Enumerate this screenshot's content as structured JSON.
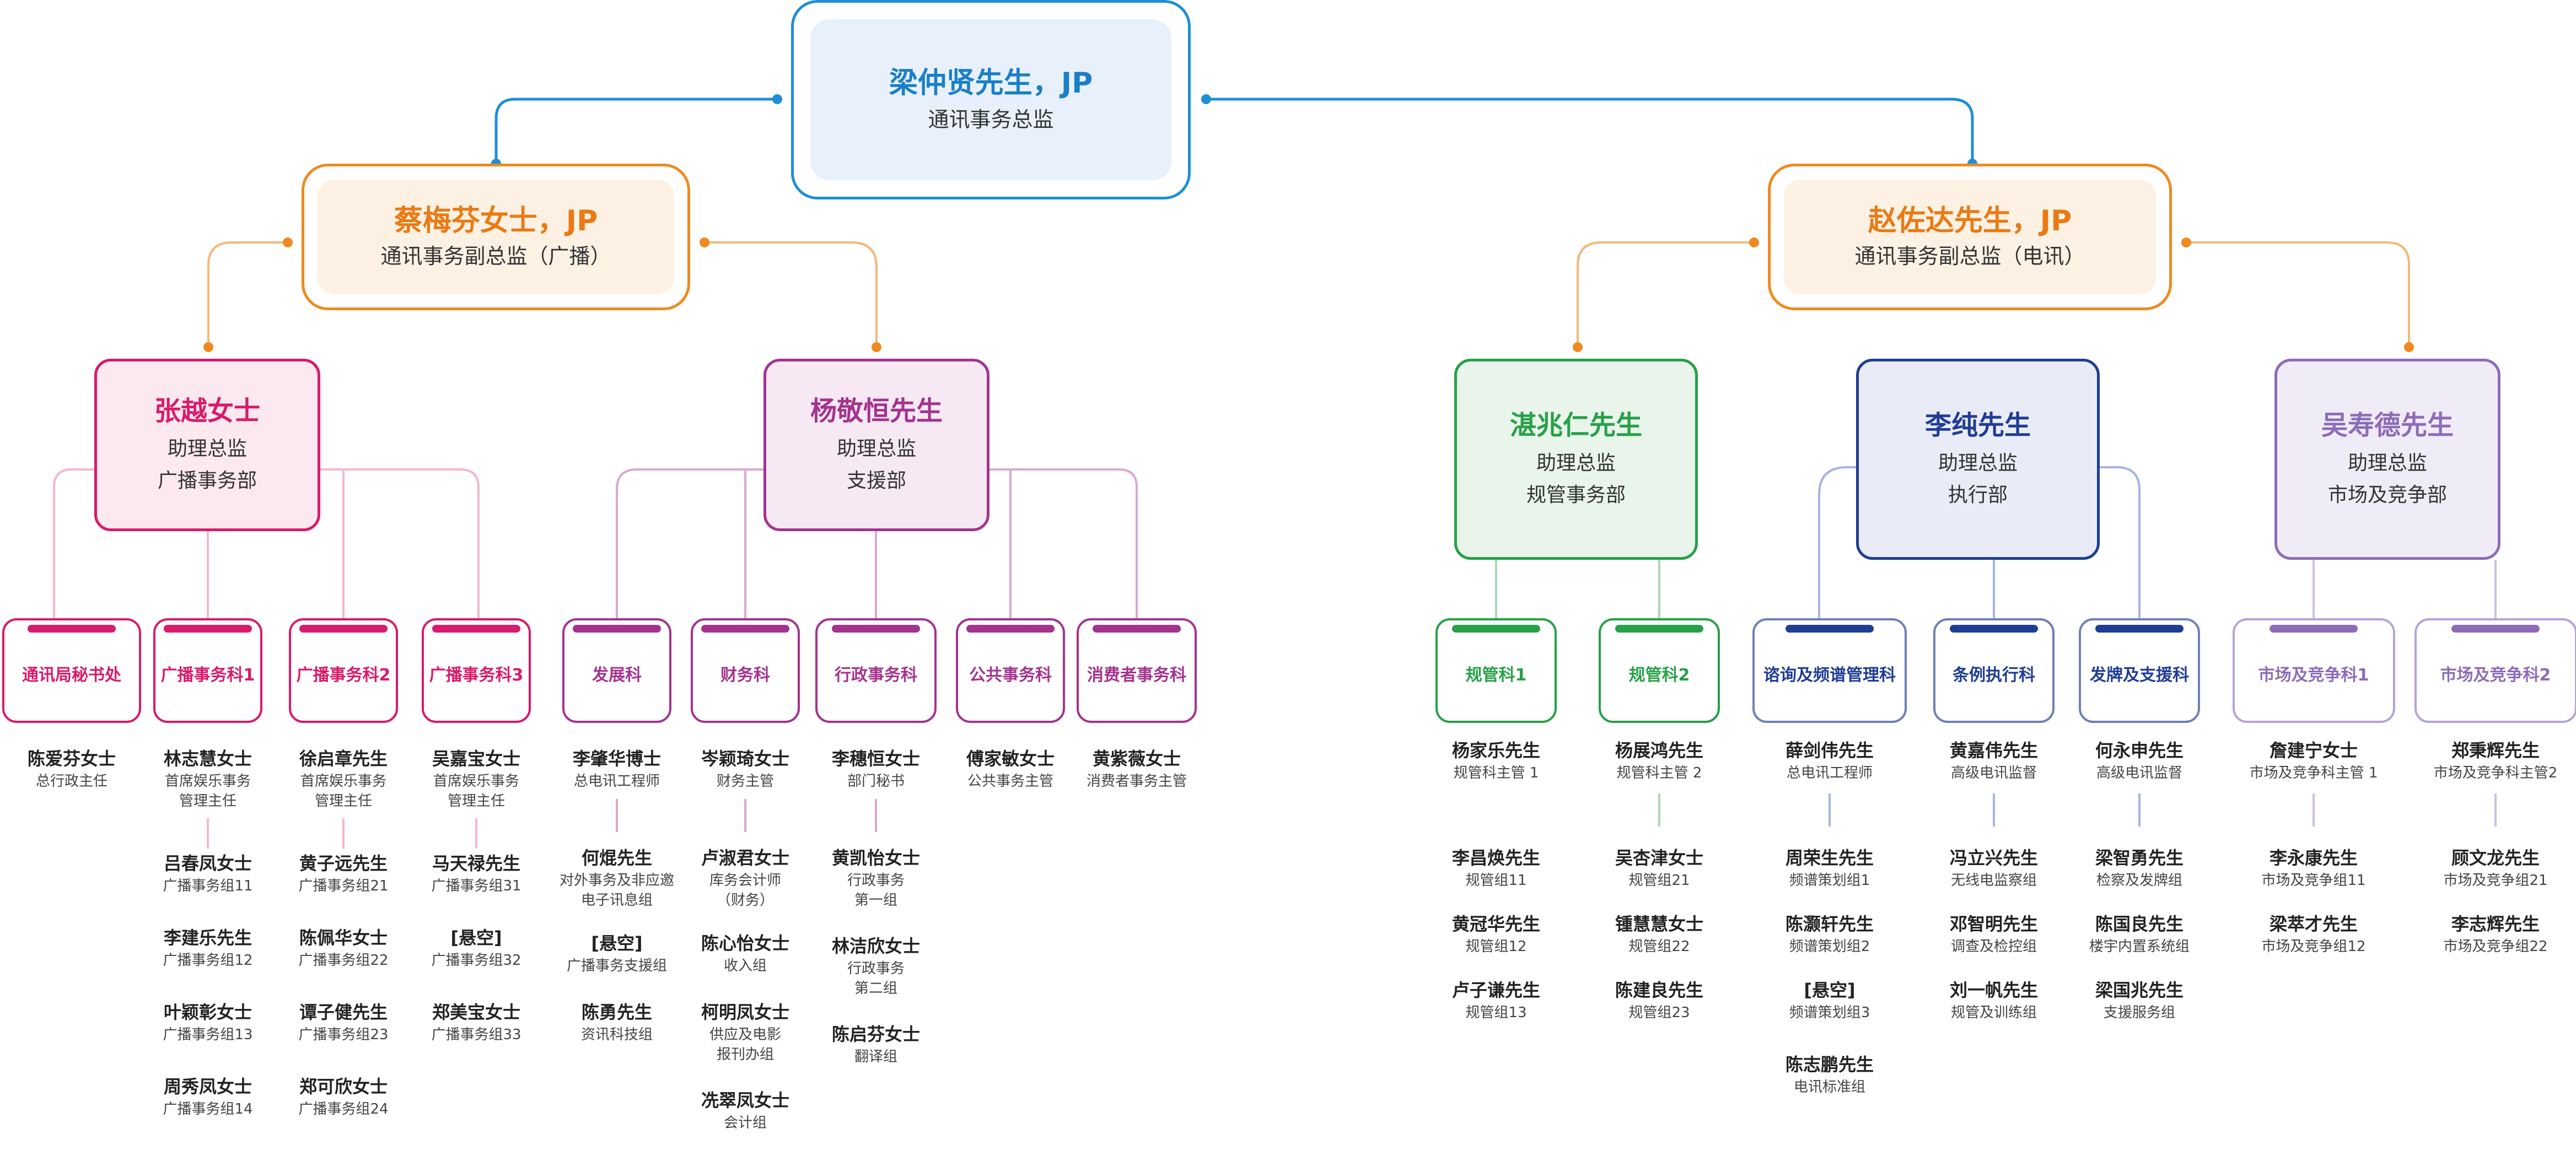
{
  "head": {
    "name": "梁仲贤先生，JP",
    "title": "通讯事务总监"
  },
  "deputies": [
    {
      "name": "蔡梅芬女士，JP",
      "title": "通讯事务副总监（广播）"
    },
    {
      "name": "赵佐达先生，JP",
      "title": "通讯事务副总监（电讯）"
    }
  ],
  "assistants": [
    {
      "name": "张越女士",
      "role": "助理总监",
      "dept": "广播事务部"
    },
    {
      "name": "杨敬恒先生",
      "role": "助理总监",
      "dept": "支援部"
    },
    {
      "name": "湛兆仁先生",
      "role": "助理总监",
      "dept": "规管事务部"
    },
    {
      "name": "李纯先生",
      "role": "助理总监",
      "dept": "执行部"
    },
    {
      "name": "吴寿德先生",
      "role": "助理总监",
      "dept": "市场及竞争部"
    }
  ],
  "sections": [
    {
      "label": "通讯局秘书处",
      "people": [
        {
          "name": "陈爱芬女士",
          "title": [
            "总行政主任"
          ]
        }
      ]
    },
    {
      "label": "广播事务科1",
      "people": [
        {
          "name": "林志慧女士",
          "title": [
            "首席娱乐事务",
            "管理主任"
          ]
        },
        {
          "name": "吕春凤女士",
          "title": [
            "广播事务组11"
          ]
        },
        {
          "name": "李建乐先生",
          "title": [
            "广播事务组12"
          ]
        },
        {
          "name": "叶颖彰女士",
          "title": [
            "广播事务组13"
          ]
        },
        {
          "name": "周秀凤女士",
          "title": [
            "广播事务组14"
          ]
        }
      ]
    },
    {
      "label": "广播事务科2",
      "people": [
        {
          "name": "徐启章先生",
          "title": [
            "首席娱乐事务",
            "管理主任"
          ]
        },
        {
          "name": "黄子远先生",
          "title": [
            "广播事务组21"
          ]
        },
        {
          "name": "陈佩华女士",
          "title": [
            "广播事务组22"
          ]
        },
        {
          "name": "谭子健先生",
          "title": [
            "广播事务组23"
          ]
        },
        {
          "name": "郑可欣女士",
          "title": [
            "广播事务组24"
          ]
        }
      ]
    },
    {
      "label": "广播事务科3",
      "people": [
        {
          "name": "吴嘉宝女士",
          "title": [
            "首席娱乐事务",
            "管理主任"
          ]
        },
        {
          "name": "马天禄先生",
          "title": [
            "广播事务组31"
          ]
        },
        {
          "name": "[悬空]",
          "title": [
            "广播事务组32"
          ]
        },
        {
          "name": "郑美宝女士",
          "title": [
            "广播事务组33"
          ]
        }
      ]
    },
    {
      "label": "发展科",
      "people": [
        {
          "name": "李肇华博士",
          "title": [
            "总电讯工程师"
          ]
        },
        {
          "name": "何焜先生",
          "title": [
            "对外事务及非应邀",
            "电子讯息组"
          ]
        },
        {
          "name": "[悬空]",
          "title": [
            "广播事务支援组"
          ]
        },
        {
          "name": "陈勇先生",
          "title": [
            "资讯科技组"
          ]
        }
      ]
    },
    {
      "label": "财务科",
      "people": [
        {
          "name": "岑颖琦女士",
          "title": [
            "财务主管"
          ]
        },
        {
          "name": "卢淑君女士",
          "title": [
            "库务会计师",
            "（财务）"
          ]
        },
        {
          "name": "陈心怡女士",
          "title": [
            "收入组"
          ]
        },
        {
          "name": "柯明凤女士",
          "title": [
            "供应及电影",
            "报刊办组"
          ]
        },
        {
          "name": "冼翠凤女士",
          "title": [
            "会计组"
          ]
        }
      ]
    },
    {
      "label": "行政事务科",
      "people": [
        {
          "name": "李穗恒女士",
          "title": [
            "部门秘书"
          ]
        },
        {
          "name": "黄凯怡女士",
          "title": [
            "行政事务",
            "第一组"
          ]
        },
        {
          "name": "林洁欣女士",
          "title": [
            "行政事务",
            "第二组"
          ]
        },
        {
          "name": "陈启芬女士",
          "title": [
            "翻译组"
          ]
        }
      ]
    },
    {
      "label": "公共事务科",
      "people": [
        {
          "name": "傅家敏女士",
          "title": [
            "公共事务主管"
          ]
        }
      ]
    },
    {
      "label": "消费者事务科",
      "people": [
        {
          "name": "黄紫薇女士",
          "title": [
            "消费者事务主管"
          ]
        }
      ]
    },
    {
      "label": "规管科1",
      "people": [
        {
          "name": "杨家乐先生",
          "title": [
            "规管科主管 1"
          ]
        },
        {
          "name": "李昌焕先生",
          "title": [
            "规管组11"
          ]
        },
        {
          "name": "黄冠华先生",
          "title": [
            "规管组12"
          ]
        },
        {
          "name": "卢子谦先生",
          "title": [
            "规管组13"
          ]
        }
      ]
    },
    {
      "label": "规管科2",
      "people": [
        {
          "name": "杨展鸿先生",
          "title": [
            "规管科主管 2"
          ]
        },
        {
          "name": "吴杏津女士",
          "title": [
            "规管组21"
          ]
        },
        {
          "name": "锺慧慧女士",
          "title": [
            "规管组22"
          ]
        },
        {
          "name": "陈建良先生",
          "title": [
            "规管组23"
          ]
        }
      ]
    },
    {
      "label": "谘询及频谱管理科",
      "people": [
        {
          "name": "薛剑伟先生",
          "title": [
            "总电讯工程师"
          ]
        },
        {
          "name": "周荣生先生",
          "title": [
            "频谱策划组1"
          ]
        },
        {
          "name": "陈灏轩先生",
          "title": [
            "频谱策划组2"
          ]
        },
        {
          "name": "[悬空]",
          "title": [
            "频谱策划组3"
          ]
        },
        {
          "name": "陈志鹏先生",
          "title": [
            "电讯标准组"
          ]
        }
      ]
    },
    {
      "label": "条例执行科",
      "people": [
        {
          "name": "黄嘉伟先生",
          "title": [
            "高级电讯监督"
          ]
        },
        {
          "name": "冯立兴先生",
          "title": [
            "无线电监察组"
          ]
        },
        {
          "name": "邓智明先生",
          "title": [
            "调查及检控组"
          ]
        },
        {
          "name": "刘一帆先生",
          "title": [
            "规管及训练组"
          ]
        }
      ]
    },
    {
      "label": "发牌及支援科",
      "people": [
        {
          "name": "何永申先生",
          "title": [
            "高级电讯监督"
          ]
        },
        {
          "name": "梁智勇先生",
          "title": [
            "检察及发牌组"
          ]
        },
        {
          "name": "陈国良先生",
          "title": [
            "楼宇内置系统组"
          ]
        },
        {
          "name": "梁国兆先生",
          "title": [
            "支援服务组"
          ]
        }
      ]
    },
    {
      "label": "市场及竞争科1",
      "people": [
        {
          "name": "詹建宁女士",
          "title": [
            "市场及竞争科主管 1"
          ]
        },
        {
          "name": "李永康先生",
          "title": [
            "市场及竞争组11"
          ]
        },
        {
          "name": "梁萃才先生",
          "title": [
            "市场及竞争组12"
          ]
        }
      ]
    },
    {
      "label": "市场及竞争科2",
      "people": [
        {
          "name": "郑秉辉先生",
          "title": [
            "市场及竞争科主管2"
          ]
        },
        {
          "name": "顾文龙先生",
          "title": [
            "市场及竞争组21"
          ]
        },
        {
          "name": "李志辉先生",
          "title": [
            "市场及竞争组22"
          ]
        }
      ]
    }
  ],
  "colors": {
    "head": "#1e8fd6",
    "deputy": "#ef8a1f",
    "magenta": "#d81b6b",
    "purple": "#a4338e",
    "green": "#27a048",
    "navy": "#1f3d93",
    "lavender": "#8d6cb7",
    "muted_navy": "#6e7fb8"
  }
}
